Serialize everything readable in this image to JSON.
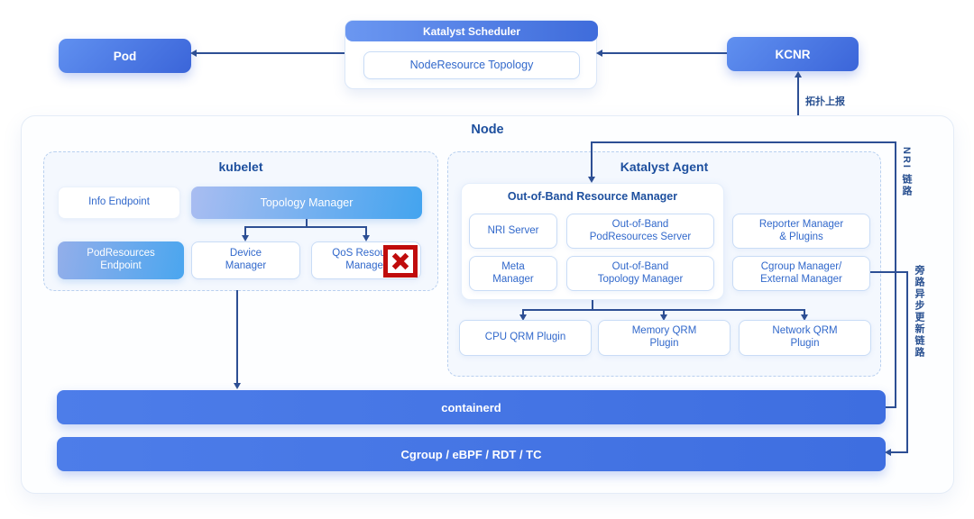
{
  "colors": {
    "primary_blue": "#3e6ede",
    "sky_blue": "#43a4ef",
    "line_navy": "#2d4f94",
    "title_navy": "#1d4f9e",
    "box_text_blue": "#3168cb",
    "stamp_red": "#c00c0c"
  },
  "top": {
    "pod_label": "Pod",
    "scheduler_title": "Katalyst Scheduler",
    "scheduler_inner": "NodeResource Topology",
    "kcnr_label": "KCNR",
    "topology_report_label": "拓扑上报"
  },
  "node": {
    "title": "Node",
    "kubelet": {
      "title": "kubelet",
      "info_endpoint": "Info Endpoint",
      "topology_manager": "Topology Manager",
      "podresources_endpoint": "PodResources\nEndpoint",
      "device_manager": "Device\nManager",
      "qos_resource_manager": "QoS Resource\nManager"
    },
    "katalyst_agent": {
      "title": "Katalyst Agent",
      "oorm_title": "Out-of-Band Resource Manager",
      "nri_server": "NRI Server",
      "oob_podresources_server": "Out-of-Band\nPodResources Server",
      "meta_manager": "Meta\nManager",
      "oob_topology_manager": "Out-of-Band\nTopology Manager",
      "reporter_manager": "Reporter Manager\n& Plugins",
      "cgroup_manager": "Cgroup Manager/\nExternal Manager",
      "qrm_plugins": [
        "CPU QRM Plugin",
        "Memory QRM\nPlugin",
        "Network QRM\nPlugin"
      ]
    },
    "containerd_label": "containerd",
    "cgroup_bar_label": "Cgroup / eBPF / RDT / TC"
  },
  "links": {
    "nri_link_label": "NRI 链路",
    "bypass_link_label": "旁路异步更新链路"
  }
}
